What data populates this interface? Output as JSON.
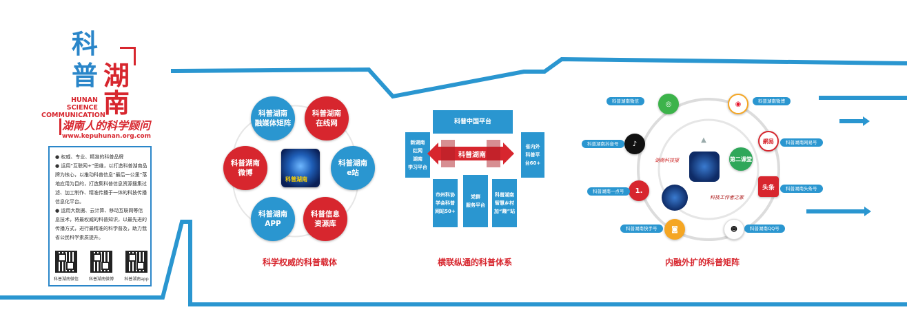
{
  "logo": {
    "char_ke": "科",
    "char_pu": "普",
    "char_hu": "湖",
    "char_nan": "南",
    "en_line1": "HUNAN SCIENCE",
    "en_line2": "COMMUNICATION",
    "slogan": "湖南人的科学顾问",
    "website": "www.kepuhunan.org.com"
  },
  "info": {
    "bullet1": "● 权威、专业、精准的科普品牌",
    "bullet2": "● 运用“互联网+”思维，以打造科普湖南品牌为核心，以推动科普信息“最后一公里”落地应用为目的，打造集科普信息资源搜集过滤、加工制作、精准传播于一体的科技传播信息化平台。",
    "bullet3": "● 运用大数据、云计算、移动互联网等信息技术，将最权威的科普知识，以最先进的传播方式，进行最精准的科学普及，助力我省公民科学素质提升。",
    "qr_labels": [
      "科普湖南微信",
      "科普湖南微博",
      "科普湖南app"
    ]
  },
  "section1": {
    "title": "科学权威的科普载体",
    "circles": [
      {
        "line1": "科普湖南",
        "line2": "融媒体矩阵"
      },
      {
        "line1": "科普湖南",
        "line2": "在线网"
      },
      {
        "line1": "科普湖南",
        "line2": "e站"
      },
      {
        "line1": "科普信息",
        "line2": "资源库"
      },
      {
        "line1": "科普湖南",
        "line2": "APP"
      },
      {
        "line1": "科普湖南",
        "line2": "微博"
      }
    ],
    "center_text": "科普湖南"
  },
  "section2": {
    "title": "横联纵通的科普体系",
    "top": "科普中国平台",
    "center": "科普湖南",
    "left_l1": "新湖南",
    "left_l2": "红网",
    "left_l3": "湖南",
    "left_l4": "学习平台",
    "right_l1": "省内外",
    "right_l2": "科普平",
    "right_l3": "台60+",
    "bottom1_l1": "市州科协",
    "bottom1_l2": "学会科普",
    "bottom1_l3": "网站50+",
    "bottom2_l1": "党群",
    "bottom2_l2": "服务平台",
    "bottom3_l1": "科普湖南",
    "bottom3_l2": "智慧乡村",
    "bottom3_l3": "加“趣”站"
  },
  "section3": {
    "title": "内融外扩的科普矩阵",
    "tags": {
      "wechat": "科普湖南微信",
      "weibo": "科普湖南微博",
      "douyin": "科普湖南抖音号",
      "netease": "科普湖南网易号",
      "yidian": "科普湖南一点号",
      "toutiao": "科普湖南头条号",
      "kuaishou": "科普湖南快手号",
      "qq": "科普湖南QQ号"
    },
    "app_glyphs": {
      "netease": "網易",
      "ketang": "第二课堂",
      "toutiao": "头条",
      "yidian": "1."
    },
    "hand_left": "湖南科技报",
    "hand_right": "科技工作者之家"
  },
  "colors": {
    "blue": "#2a86c9",
    "red": "#d7262e"
  }
}
